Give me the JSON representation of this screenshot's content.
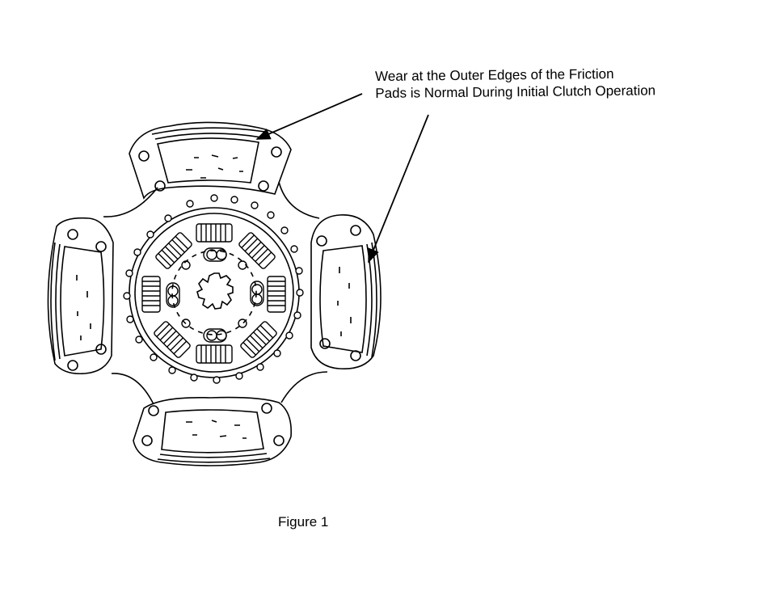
{
  "annotation": {
    "line1": "Wear at the Outer Edges of the Friction",
    "line2": "Pads is Normal During Initial Clutch Operation"
  },
  "caption": "Figure 1"
}
